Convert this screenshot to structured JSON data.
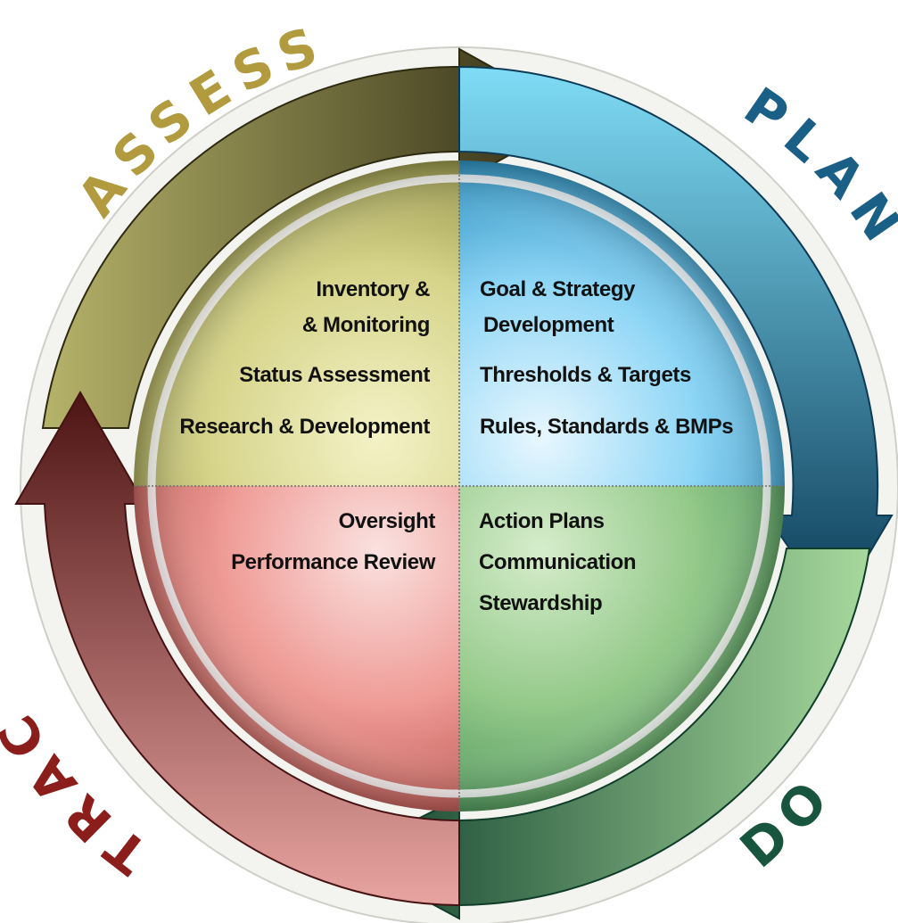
{
  "phases": {
    "assess": {
      "label": "ASSESS",
      "color": "#b29a3e",
      "items": [
        "Inventory &",
        "& Monitoring",
        "Status Assessment",
        "Research & Development"
      ]
    },
    "plan": {
      "label": "PLAN",
      "color": "#1a5f86",
      "items": [
        "Goal & Strategy",
        "Development",
        "Thresholds & Targets",
        "Rules, Standards & BMPs"
      ]
    },
    "do": {
      "label": "DO",
      "color": "#17553f",
      "items": [
        "Action Plans",
        "Communication",
        "Stewardship"
      ]
    },
    "track": {
      "label": "TRACK",
      "color": "#8b1d1b",
      "items": [
        "Oversight",
        "Performance Review"
      ]
    }
  }
}
